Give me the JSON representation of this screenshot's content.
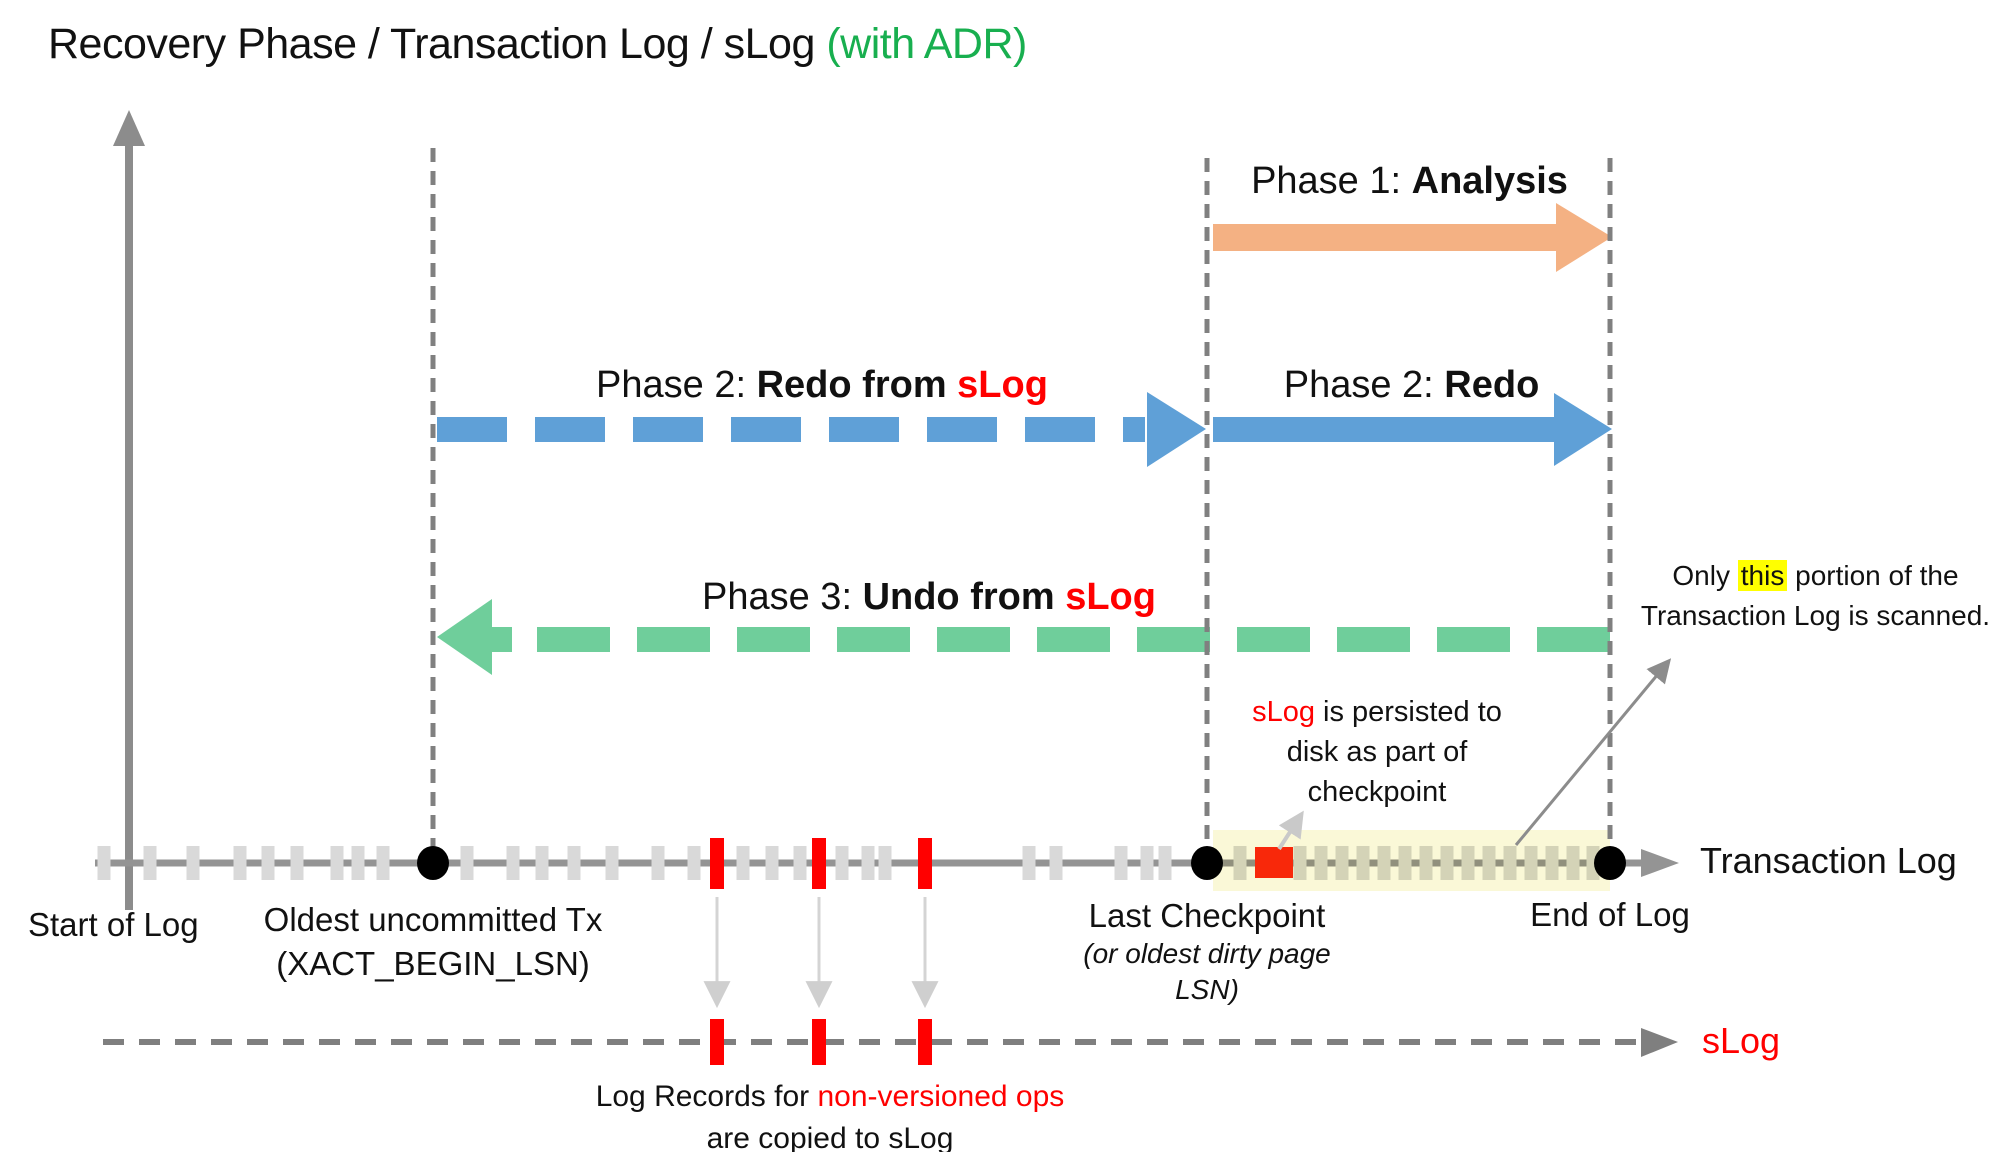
{
  "title": {
    "main": "Recovery Phase / Transaction Log / sLog ",
    "adr": "(with ADR)"
  },
  "phases": {
    "p1_prefix": "Phase 1: ",
    "p1_bold": "Analysis",
    "p2a_prefix": "Phase 2: ",
    "p2a_bold": "Redo from ",
    "p2a_red": "sLog",
    "p2b_prefix": "Phase 2: ",
    "p2b_bold": "Redo",
    "p3_prefix": "Phase 3: ",
    "p3_bold": "Undo from ",
    "p3_red": "sLog"
  },
  "annotations": {
    "persisted_red": "sLog",
    "persisted_rest1": " is persisted to",
    "persisted_line2": "disk as part of",
    "persisted_line3": "checkpoint",
    "scanned_pre": "Only ",
    "scanned_highlight": "this",
    "scanned_post": " portion of the",
    "scanned_line2": "Transaction Log is scanned.",
    "copied_pre": "Log Records for ",
    "copied_red": "non-versioned ops",
    "copied_line2": "are copied to sLog"
  },
  "axis_labels": {
    "start_of_log": "Start of Log",
    "oldest_line1": "Oldest uncommitted Tx",
    "oldest_line2": "(XACT_BEGIN_LSN)",
    "last_checkpoint": "Last Checkpoint",
    "last_checkpoint_sub1": "(or oldest dirty page",
    "last_checkpoint_sub2": "LSN)",
    "end_of_log": "End of Log",
    "transaction_log": "Transaction Log",
    "slog": "sLog"
  },
  "colors": {
    "adr_green": "#18AF4F",
    "analysis_orange": "#F4B183",
    "redo_blue": "#5FA0D7",
    "undo_green": "#6FCE9B",
    "slog_red": "#FF0000",
    "checkpoint_marker_red": "#F8280A",
    "highlight_yellow": "#FFFF00",
    "scanned_band_yellow": "#FAF8D7",
    "line_gray": "#8C8C8C",
    "tick_gray": "#D9D9D9"
  },
  "log_marks": {
    "gray_ticks": [
      104,
      150,
      193,
      240,
      268,
      297,
      337,
      358,
      383,
      467,
      513,
      542,
      574,
      612,
      658,
      694,
      743,
      772,
      800,
      842,
      868,
      885,
      1029,
      1056,
      1121,
      1147,
      1165
    ],
    "yellow_zone_ticks": [
      1240,
      1300,
      1321,
      1342,
      1363,
      1384,
      1405,
      1426,
      1447,
      1468,
      1489,
      1510,
      1531,
      1552,
      1573,
      1593
    ],
    "red_ticks": [
      717,
      819,
      925
    ],
    "dots": [
      433,
      1207,
      1610
    ]
  }
}
